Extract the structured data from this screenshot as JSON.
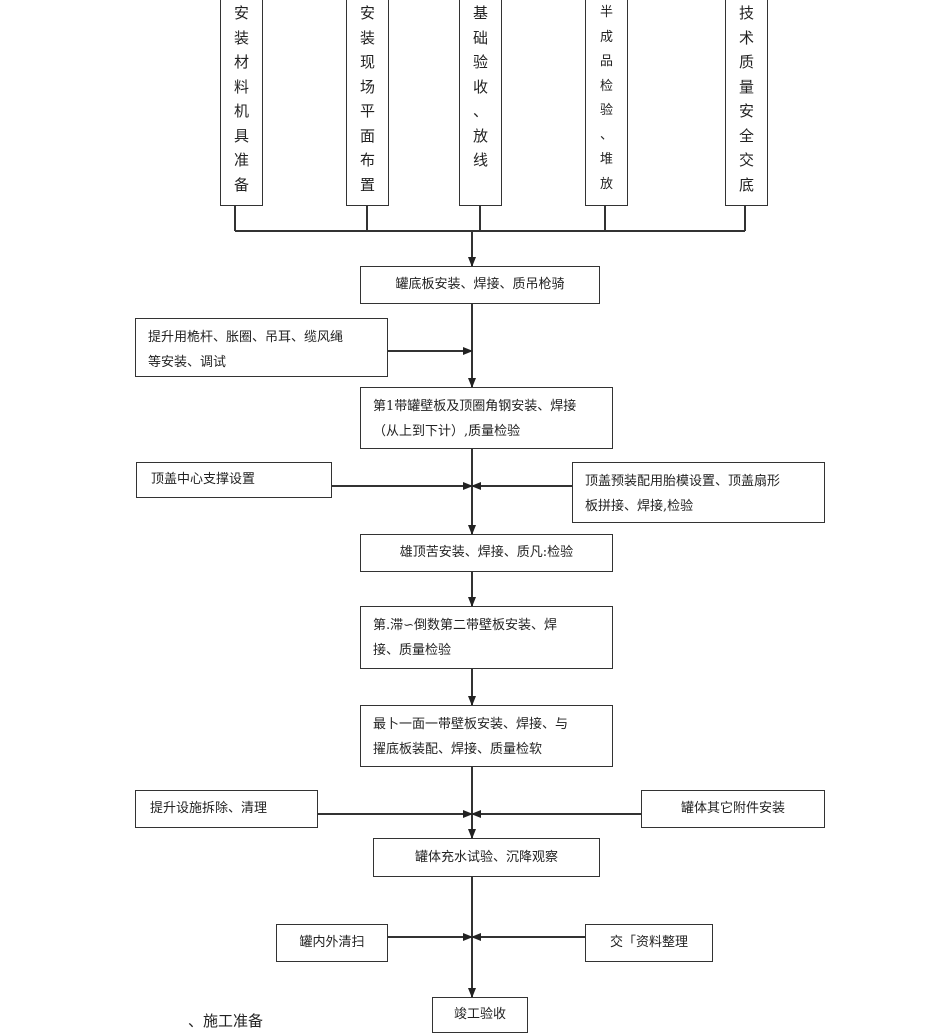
{
  "flowchart": {
    "prep_columns": [
      {
        "id": "p1",
        "chars": [
          "安",
          "装",
          "材",
          "料",
          "机",
          "具",
          "准",
          "备"
        ]
      },
      {
        "id": "p2",
        "chars": [
          "安",
          "装",
          "现",
          "场",
          "平",
          "面",
          "布",
          "置"
        ]
      },
      {
        "id": "p3",
        "chars": [
          "基",
          "础",
          "验",
          "收",
          "、",
          "放",
          "线"
        ]
      },
      {
        "id": "p4",
        "chars": [
          "半",
          "成",
          "品",
          "检",
          "验",
          "、",
          "堆",
          "放"
        ]
      },
      {
        "id": "p5",
        "chars": [
          "技",
          "术",
          "质",
          "量",
          "安",
          "全",
          "交",
          "底"
        ]
      }
    ],
    "steps": {
      "tank_bottom": "罐底板安装、焊接、质吊枪骑",
      "lift_setup": [
        "提升用桅杆、胀圈、吊耳、缆风绳",
        "等安装、调试"
      ],
      "first_ring": [
        "第1带罐壁板及顶圈角钢安装、焊接",
        "（从上到下计）,质量检验"
      ],
      "roof_support": "顶盖中心支撑设置",
      "roof_prefab": [
        "顶盖预装配用胎模设置、顶盖扇形",
        "板拼接、焊接,检验"
      ],
      "roof_install": "雄顶苦安装、焊接、质凡:检验",
      "second_ring": [
        "第.滞∽倒数第二带壁板安装、焊",
        "接、质量检验"
      ],
      "last_ring": [
        "最卜一面一带壁板安装、焊接、与",
        "擢底板装配、焊接、质量检软"
      ],
      "lift_removal": "提升设施拆除、清理",
      "accessories": "罐体其它附件安装",
      "water_test": "罐体充水试验、沉降观察",
      "cleaning": "罐内外清扫",
      "documents": "交「资料整理",
      "completion": "竣工验收"
    },
    "caption": "、施工准备"
  }
}
